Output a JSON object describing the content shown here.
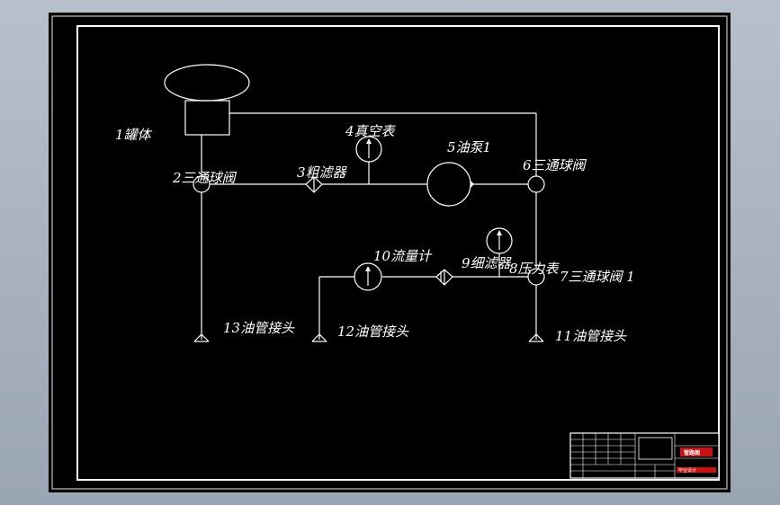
{
  "labels": {
    "tank": "1罐体",
    "valve2": "2三通球阀",
    "strainer3": "3粗滤器",
    "vacuum4": "4真空表",
    "pump5": "5油泵1",
    "valve6": "6三通球阀",
    "flowmeter10": "10流量计",
    "filter9": "9细滤器",
    "gauge8": "8压力表",
    "valve7": "7三通球阀 1",
    "conn13": "13油管接头",
    "conn12": "12油管接头",
    "conn11": "11油管接头"
  },
  "title_block": {
    "header": "管路图",
    "stamp": "毕业设计"
  },
  "colors": {
    "background": "#000000",
    "line": "#ffffff",
    "frame": "#ffffff",
    "surround": "#a9b2bf",
    "accent_red": "#cc1111"
  }
}
